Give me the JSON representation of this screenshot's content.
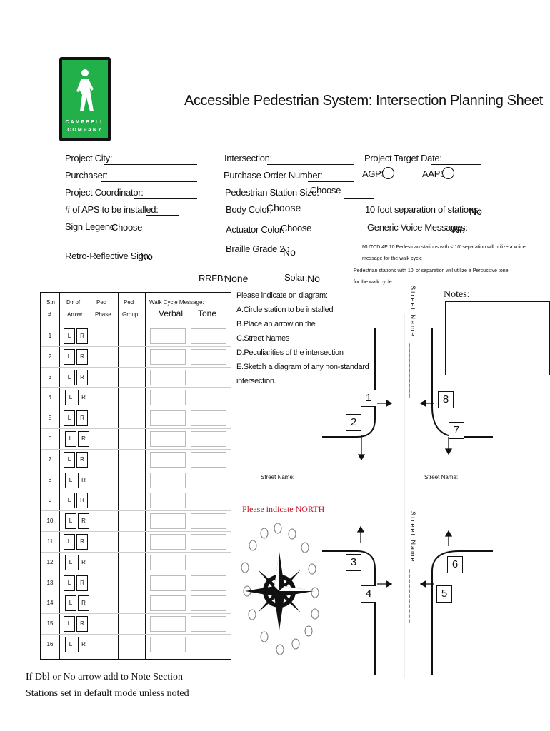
{
  "logo": {
    "brand_line1": "CAMPBELL",
    "brand_line2": "COMPANY",
    "bg_color": "#22b04b"
  },
  "title": "Accessible Pedestrian System: Intersection Planning Sheet",
  "fields": {
    "project_city": "Project City:",
    "purchaser": "Purchaser:",
    "project_coordinator": "Project Coordinator:",
    "aps_count": "# of APS to be installed:",
    "sign_legend": "Sign Legend:",
    "sign_legend_value": "Choose",
    "retro_sign": "Retro-Reflective Sign:",
    "retro_sign_value": "No",
    "intersection": "Intersection:",
    "purchase_order": "Purchase Order Number:",
    "station_size": "Pedestrian Station Size:",
    "station_size_value": "Choose",
    "body_color": "Body Color:",
    "body_color_value": "Choose",
    "actuator_color": "Actuator Color:",
    "actuator_color_value": "Choose",
    "braille": "Braille Grade 2 :",
    "braille_value": "No",
    "target_date": "Project Target Date:",
    "agps": "AGPS",
    "aaps": "AAPS",
    "separation": "10 foot separation of stations:",
    "separation_value": "No",
    "generic_voice": "Generic Voice Messages:",
    "generic_voice_value": "No",
    "mutcd_note1": "MUTCD 4E.10 Pedestrian stations with < 10' separation will utilize a voice",
    "mutcd_note2": "message for the walk cycle",
    "percussive_note1": "Pedestrian stations with 10' of separation will utilize a Percussive tone",
    "percussive_note2": "for the walk cycle",
    "rrfb": "RRFB:",
    "rrfb_value": "None",
    "solar": "Solar:",
    "solar_value": "No"
  },
  "table": {
    "col_stn": "Stn",
    "col_num": "#",
    "col_dir1": "Dir of",
    "col_dir2": "Arrow",
    "col_phase1": "Ped",
    "col_phase2": "Phase",
    "col_group1": "Ped",
    "col_group2": "Group",
    "col_walk": "Walk Cycle Message:",
    "col_verbal": "Verbal",
    "col_tone": "Tone",
    "left_label": "L",
    "right_label": "R",
    "rows": [
      "1",
      "2",
      "3",
      "4",
      "5",
      "6",
      "7",
      "8",
      "9",
      "10",
      "11",
      "12",
      "13",
      "14",
      "15",
      "16"
    ]
  },
  "instructions": {
    "heading": "Please indicate on diagram:",
    "a": "A.Circle station to be installed",
    "b": "B.Place an arrow on the",
    "c": "C.Street Names",
    "d": "D.Peculiarities of the intersection",
    "e": "E.Sketch a diagram of any non-standard",
    "e2": "intersection."
  },
  "notes_label": "Notes:",
  "street_name_vertical": "Street Name: ___________",
  "street_name_horizontal": "Street Name: ____________________",
  "north_label": "Please indicate NORTH",
  "stations": [
    "1",
    "2",
    "3",
    "4",
    "5",
    "6",
    "7",
    "8"
  ],
  "footer": {
    "line1": "If Dbl or No arrow add to Note Section",
    "line2": "Stations set in default mode unless noted"
  }
}
